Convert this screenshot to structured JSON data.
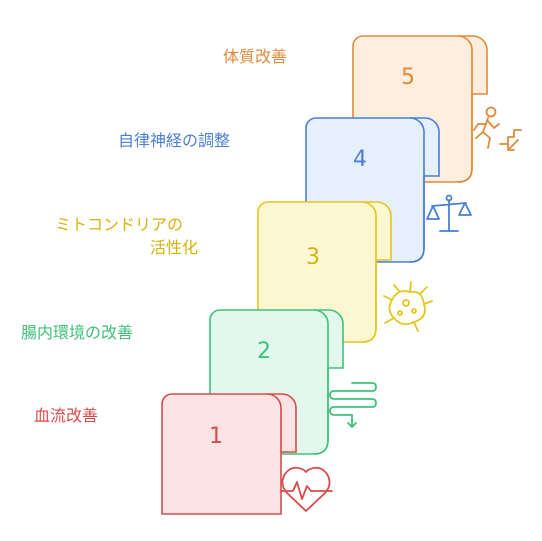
{
  "steps": [
    {
      "number": "1",
      "label": "血流改善",
      "stroke": "#d94b4b",
      "fill": "#fde4e4",
      "icon": "heart-pulse-icon"
    },
    {
      "number": "2",
      "label": "腸内環境の改善",
      "stroke": "#3ec27a",
      "fill": "#e3f8ec",
      "icon": "intestine-flow-icon"
    },
    {
      "number": "3",
      "label_line1": "ミトコンドリアの",
      "label_line2": "活性化",
      "stroke": "#e6c619",
      "fill": "#fdf8d2",
      "icon": "mitochondria-cell-icon"
    },
    {
      "number": "4",
      "label": "自律神経の調整",
      "stroke": "#4a7fd6",
      "fill": "#e6effc",
      "icon": "balance-scale-icon"
    },
    {
      "number": "5",
      "label": "体質改善",
      "stroke": "#e08a3a",
      "fill": "#fdeedd",
      "icon": "person-climbing-stairs-icon"
    }
  ]
}
